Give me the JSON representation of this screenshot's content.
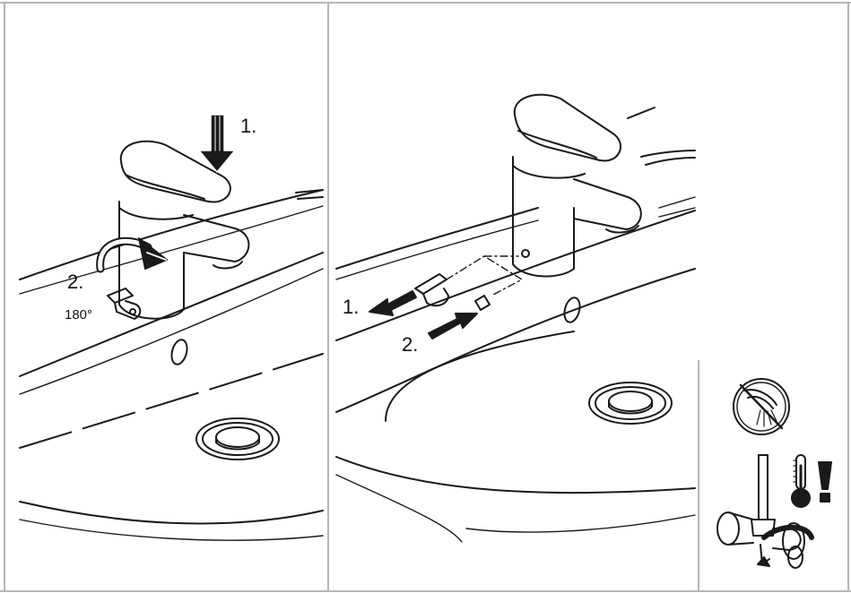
{
  "panel_left": {
    "step1_label": "1.",
    "step2_label": "2.",
    "rotation_label": "180°"
  },
  "panel_middle": {
    "step1_label": "1.",
    "step2_label": "2."
  },
  "panel_right": {
    "icons": [
      "spray-icon",
      "thermometer-icon",
      "warning-exclamation-icon",
      "angle-valve-icon"
    ]
  },
  "colors": {
    "line": "#1a1a1a",
    "border": "#b5b5b5",
    "background": "#ffffff"
  }
}
